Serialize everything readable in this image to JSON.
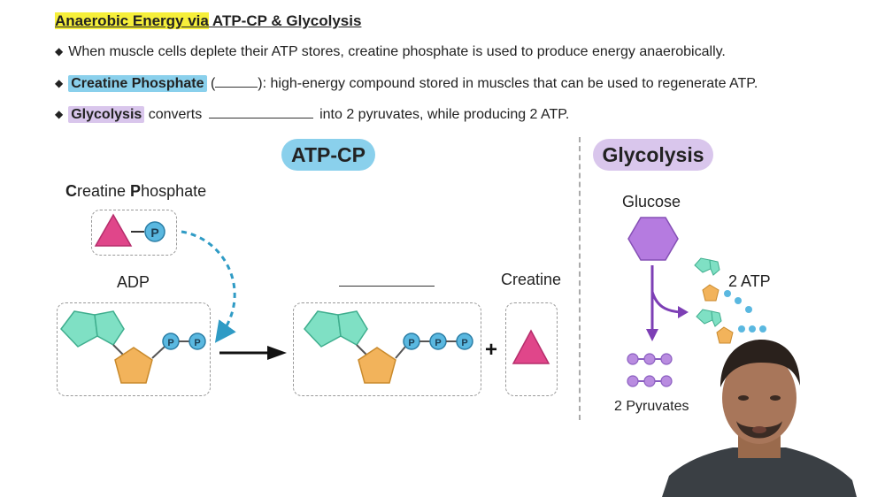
{
  "title": {
    "highlight": "Anaerobic Energy via",
    "rest": " ATP-CP & Glycolysis"
  },
  "bullets": [
    {
      "text": "When muscle cells deplete their ATP stores, creatine phosphate is used to produce energy anaerobically."
    },
    {
      "term": "Creatine Phosphate",
      "open": " (",
      "close": "): high-energy compound stored in muscles that can be used to regenerate ATP."
    },
    {
      "term": "Glycolysis",
      "pre": " converts ",
      "post": " into 2 pyruvates, while producing 2 ATP."
    }
  ],
  "pills": {
    "atp_cp": "ATP-CP",
    "glycolysis": "Glycolysis"
  },
  "labels": {
    "creatine_phosphate_c": "C",
    "creatine_phosphate_mid": "reatine ",
    "creatine_phosphate_p": "P",
    "creatine_phosphate_end": "hosphate",
    "adp": "ADP",
    "creatine": "Creatine",
    "glucose": "Glucose",
    "two_atp": "2 ATP",
    "two_pyruvates": "2 Pyruvates",
    "phosphate_symbol": "P",
    "plus": "+"
  },
  "colors": {
    "title_highlight": "#f6ef3a",
    "term_blue": "#8ad0ec",
    "term_purple": "#d9c6ec",
    "triangle": "#e0468a",
    "phosphate": "#5ab8e0",
    "ribose": "#f2b35b",
    "adenine": "#7fe0c4",
    "glucose": "#b57be0",
    "pyruvate": "#b98ce0"
  }
}
